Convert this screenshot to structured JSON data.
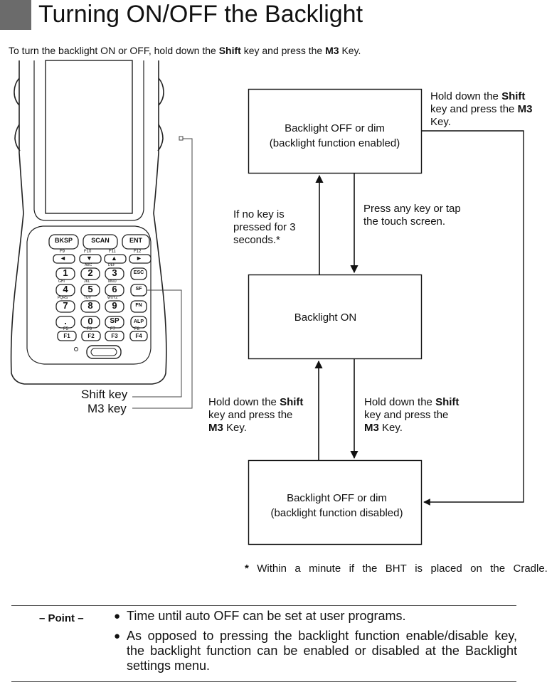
{
  "header": {
    "title": "Turning ON/OFF the Backlight"
  },
  "intro": {
    "part1": "To turn the backlight ON or OFF, hold down the ",
    "key1": "Shift",
    "part2": " key and press the ",
    "key2": "M3",
    "part3": " Key."
  },
  "device": {
    "shift_key_label": "Shift key",
    "m3_key_label": "M3 key",
    "keys": {
      "bksp": "BKSP",
      "scan": "SCAN",
      "ent": "ENT",
      "f9": "F9",
      "f10": "F10",
      "f11": "F11",
      "f12": "F12",
      "k1": "1",
      "k2": "2",
      "k3": "3",
      "k4": "4",
      "k5": "5",
      "k6": "6",
      "k7": "7",
      "k8": "8",
      "k9": "9",
      "dot": ".",
      "k0": "0",
      "esc": "ESC",
      "sf": "SF",
      "fn": "FN",
      "alp": "ALP",
      "sp": "SP",
      "f5": "F5",
      "f6": "F6",
      "f7": "F7",
      "f8": "F8",
      "f1": "F1",
      "f2": "F2",
      "f3": "F3",
      "f4": "F4",
      "sub1": "ABC",
      "sub2": "DEF",
      "sub3": "GHI",
      "sub4": "JKL",
      "sub5": "MNO",
      "sub6": "PQRS",
      "sub7": "TUV",
      "sub8": "WXYZ"
    }
  },
  "states": {
    "top": {
      "line1": "Backlight OFF or dim",
      "line2": "(backlight function enabled)"
    },
    "middle": {
      "line1": "Backlight ON"
    },
    "bottom": {
      "line1": "Backlight OFF or dim",
      "line2": "(backlight function disabled)"
    }
  },
  "transitions": {
    "top_right": {
      "p1": "Hold down the ",
      "k1": "Shift",
      "p2": "key and press the ",
      "k2": "M3",
      "p3": "Key."
    },
    "no_key": {
      "line1": "If no key is",
      "line2": "pressed for 3",
      "line3": "seconds.*"
    },
    "press_any": {
      "line1": "Press any key or tap",
      "line2": "the touch screen."
    },
    "lower_left": {
      "p1": "Hold down the ",
      "k1": "Shift",
      "p2": "key and press the",
      "k2": "M3",
      "p3": " Key."
    },
    "lower_right": {
      "p1": "Hold down the ",
      "k1": "Shift",
      "p2": "key and press the",
      "k2": "M3",
      "p3": " Key."
    }
  },
  "footnote": {
    "mark": "*",
    "words": [
      "Within",
      "a",
      "minute",
      "if",
      "the",
      "BHT",
      "is",
      "placed",
      "on",
      "the",
      "Cradle."
    ]
  },
  "point": {
    "label": "– Point –",
    "items": [
      "Time until auto OFF can be set at user programs.",
      "As opposed to pressing the backlight function enable/disable key, the backlight function can be enabled or disabled at the Backlight settings menu."
    ]
  }
}
